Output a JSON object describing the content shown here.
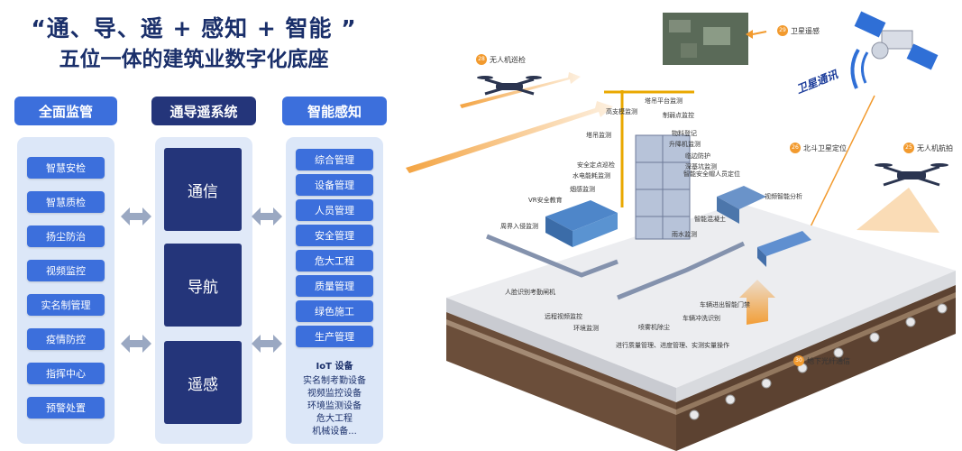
{
  "title": {
    "line1": "“通、导、遥 + 感知 + 智能 ”",
    "line2": "五位一体的建筑业数字化底座"
  },
  "columns": {
    "left": {
      "header": "全面监管",
      "items": [
        "智慧安检",
        "智慧质检",
        "扬尘防治",
        "视频监控",
        "实名制管理",
        "疫情防控",
        "指挥中心",
        "预警处置"
      ]
    },
    "middle": {
      "header": "通导遥系统",
      "items": [
        "通信",
        "导航",
        "遥感"
      ]
    },
    "right": {
      "header": "智能感知",
      "items": [
        "综合管理",
        "设备管理",
        "人员管理",
        "安全管理",
        "危大工程",
        "质量管理",
        "绿色施工",
        "生产管理"
      ],
      "iot_title": "IoT 设备",
      "iot_items": [
        "实名制考勤设备",
        "视频监控设备",
        "环境监测设备",
        "危大工程",
        "机械设备..."
      ]
    }
  },
  "scene": {
    "satellite_label": "卫星通讯",
    "callouts": [
      {
        "num": "29",
        "text": "卫星遥感"
      },
      {
        "num": "28",
        "text": "无人机巡检"
      },
      {
        "num": "26",
        "text": "北斗卫星定位"
      },
      {
        "num": "25",
        "text": "无人机航拍"
      },
      {
        "num": "30",
        "text": "地下光纤通信"
      }
    ],
    "site_labels": [
      "塔吊平台监测",
      "高支模监测",
      "制弱点监控",
      "塔吊监测",
      "物料登记",
      "升降机监测",
      "临边防护",
      "安全定点巡检",
      "深基坑监测",
      "水电能耗监测",
      "智能安全帽人员定位",
      "烟感监测",
      "VR安全教育",
      "智能混凝土",
      "雨水监测",
      "周界入侵监测",
      "视频智能分析",
      "人脸识别考勤闸机",
      "远程视频监控",
      "车辆进出智能门禁",
      "环境监测",
      "车辆冲洗识别",
      "喷雾机除尘",
      "进行质量管理、进度管理、实测实量操作"
    ]
  },
  "colors": {
    "header_blue": "#3c6fdc",
    "header_dark": "#24357a",
    "panel_light": "#dce7f8",
    "pill_blue": "#3c6fdc",
    "title_navy": "#1a2f6a",
    "arrow_orange": "#f29a2e"
  }
}
